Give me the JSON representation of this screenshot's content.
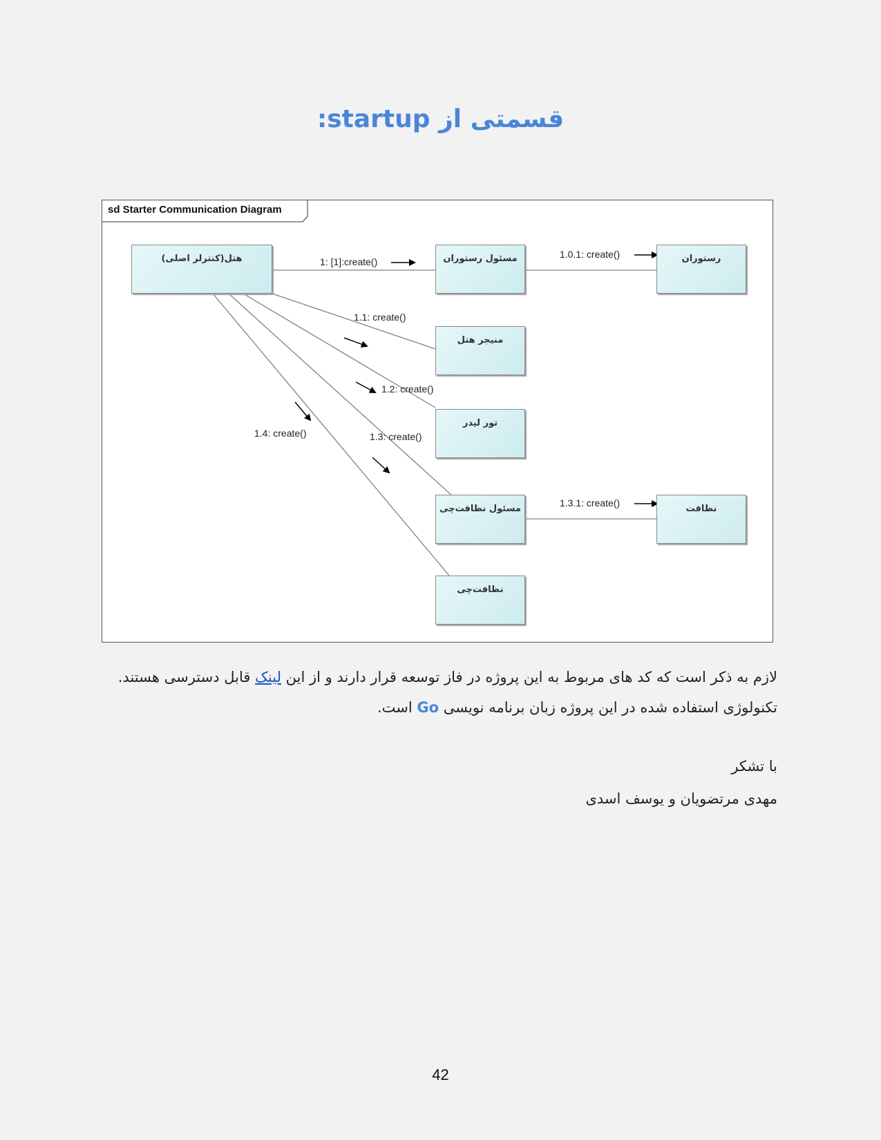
{
  "title": "قسمتی از startup:",
  "diagram": {
    "frame_label": "sd Starter Communication Diagram",
    "objects": {
      "hotel": "هتل(کنترلر اصلی)",
      "restaurant_manager": "مسئول رستوران",
      "restaurant": "رستوران",
      "hotel_manager": "منیجر هتل",
      "tour_leader": "تور لیدر",
      "cleaning_manager": "مسئول نظافت‌چی",
      "cleaning": "نظافت",
      "cleaner": "نظافت‌چی"
    },
    "messages": {
      "m1": "1: [1]:create()",
      "m101": "1.0.1: create()",
      "m11": "1.1: create()",
      "m12": "1.2: create()",
      "m13": "1.3: create()",
      "m14": "1.4: create()",
      "m131": "1.3.1: create()"
    }
  },
  "paragraph": {
    "part1": "لازم به ذکر است که کد های مربوط به این پروژه در فاز توسعه قرار دارند و از این ",
    "link": "لینک",
    "part2": " قابل دسترسی هستند. تکنولوژی استفاده شده در این پروژه زبان برنامه نویسی ",
    "go": "Go",
    "part3": " است."
  },
  "closing": {
    "thanks": "با تشکر",
    "authors": "مهدی مرتضویان و یوسف اسدی"
  },
  "page_number": "42"
}
